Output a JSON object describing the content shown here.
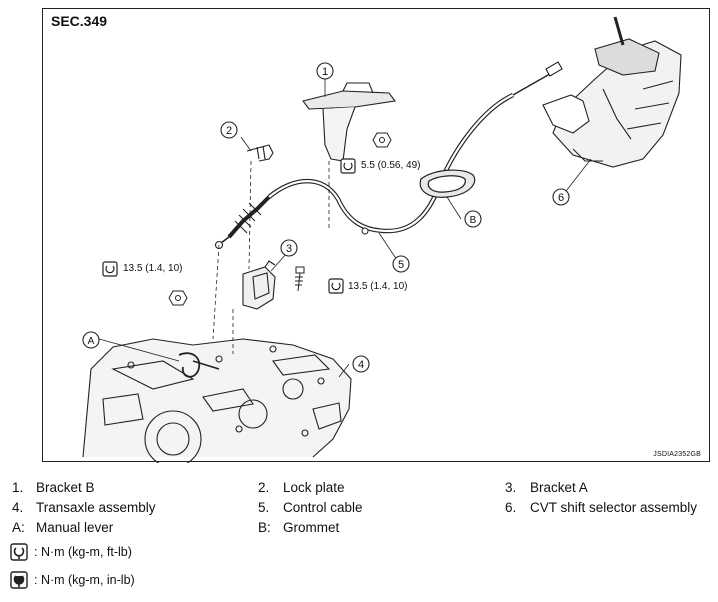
{
  "figure": {
    "section": "SEC.349",
    "figure_id": "JSDIA2352GB",
    "callouts": [
      "1",
      "2",
      "3",
      "4",
      "5",
      "6",
      "A",
      "B"
    ],
    "torques": {
      "bracket_b_nut": "5.5 (0.56, 49)",
      "bracket_a_left": "13.5 (1.4, 10)",
      "bracket_a_right": "13.5 (1.4, 10)"
    }
  },
  "legend": [
    {
      "key": "1.",
      "label": "Bracket B"
    },
    {
      "key": "2.",
      "label": "Lock plate"
    },
    {
      "key": "3.",
      "label": "Bracket A"
    },
    {
      "key": "4.",
      "label": "Transaxle assembly"
    },
    {
      "key": "5.",
      "label": "Control cable"
    },
    {
      "key": "6.",
      "label": "CVT shift selector assembly"
    },
    {
      "key": "A:",
      "label": "Manual lever"
    },
    {
      "key": "B:",
      "label": "Grommet"
    }
  ],
  "symbols": [
    {
      "icon": "torque-wrench-icon",
      "text": ": N·m (kg-m, ft-lb)"
    },
    {
      "icon": "torque-wrench-filled-icon",
      "text": ": N·m (kg-m, in-lb)"
    }
  ]
}
